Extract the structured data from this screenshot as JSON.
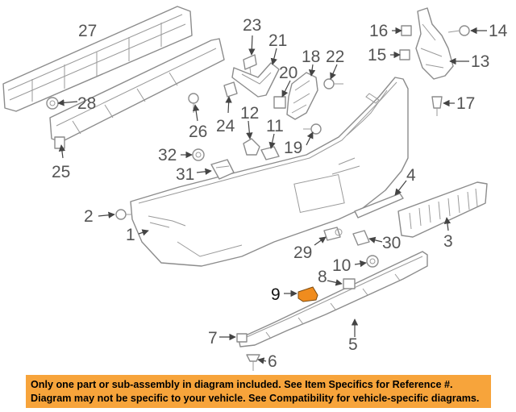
{
  "callouts": [
    "27",
    "28",
    "25",
    "23",
    "21",
    "18",
    "22",
    "20",
    "24",
    "26",
    "12",
    "11",
    "19",
    "16",
    "14",
    "15",
    "13",
    "17",
    "32",
    "31",
    "2",
    "1",
    "4",
    "3",
    "29",
    "30",
    "10",
    "8",
    "9",
    "7",
    "6",
    "5"
  ],
  "highlight_color": "#f08c1e",
  "notice_color": "#f7a43b",
  "notice": {
    "line1": "Only one part or sub-assembly in diagram included. See Item Specifics for Reference #.",
    "line2": "Diagram may not be specific to your vehicle. See Compatibility for vehicle-specific diagrams."
  }
}
